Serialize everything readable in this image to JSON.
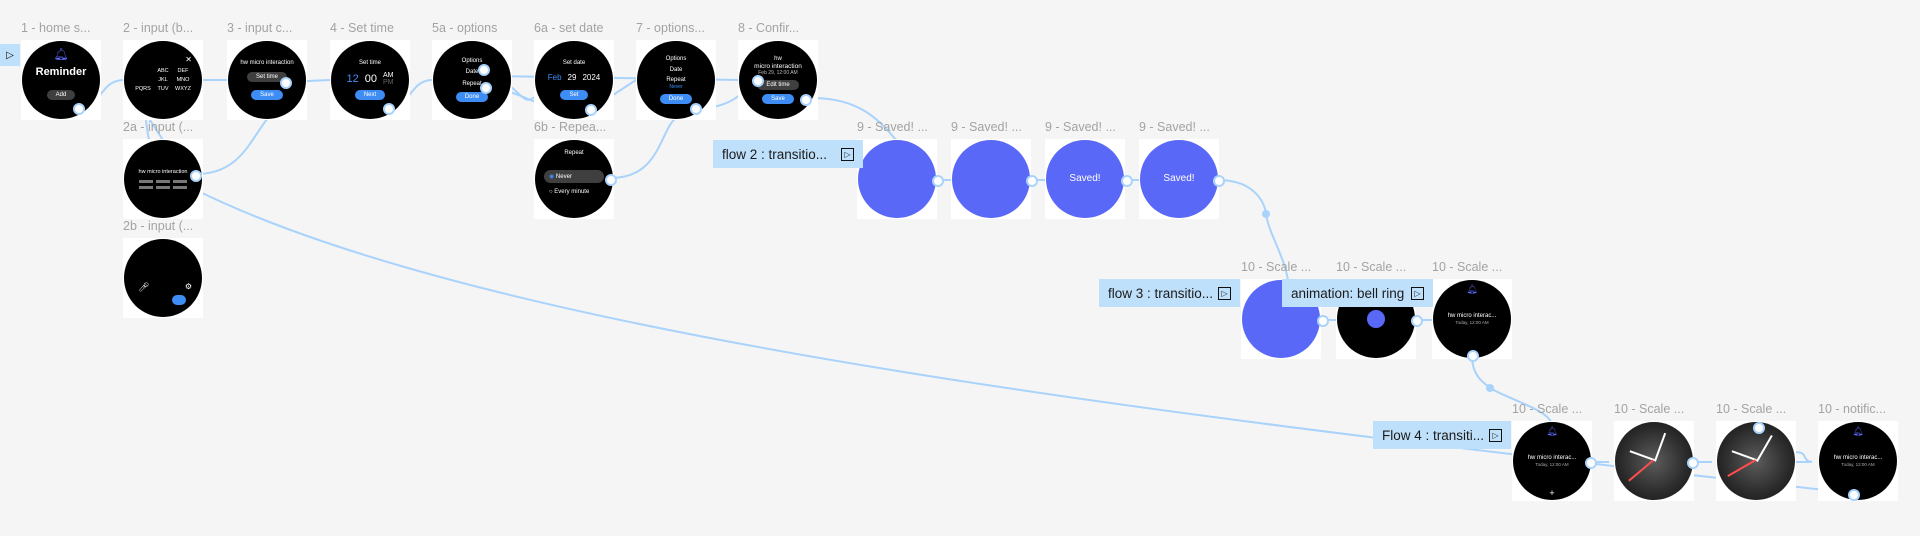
{
  "frames": [
    {
      "id": "f1",
      "label": "1 - home s...",
      "title": "Reminder",
      "button": "Add"
    },
    {
      "id": "f2",
      "label": "2 - input (b...",
      "keys": [
        "ABC",
        "DEF",
        "JKL",
        "MNO",
        "PQRS",
        "TUV",
        "WXYZ"
      ]
    },
    {
      "id": "f3",
      "label": "3 - input c...",
      "text": "hw micro interaction",
      "pill": "Set time",
      "button": "Save"
    },
    {
      "id": "f4",
      "label": "4 - Set time",
      "title": "Set time",
      "hour": "12",
      "minute": "00",
      "am": "AM",
      "pm": "PM",
      "button": "Next"
    },
    {
      "id": "f5",
      "label": "5a - options",
      "title": "Options",
      "row1": "Date",
      "row2": "Repeat",
      "button": "Done"
    },
    {
      "id": "f6",
      "label": "6a - set date",
      "title": "Set date",
      "month": "Feb",
      "day": "29",
      "year": "2024",
      "button": "Set"
    },
    {
      "id": "f7",
      "label": "7 - options...",
      "title": "Options",
      "row1": "Date",
      "row2": "Repeat",
      "sub": "Never",
      "button": "Done"
    },
    {
      "id": "f8",
      "label": "8 - Confir...",
      "line1": "hw",
      "line2": "micro interaction",
      "line3": "Feb 29, 12:00 AM",
      "button1": "Edit time",
      "button2": "Save"
    },
    {
      "id": "f2a",
      "label": "2a - input (...",
      "text": "hw micro interaction"
    },
    {
      "id": "f2b",
      "label": "2b - input (..."
    },
    {
      "id": "f6b",
      "label": "6b - Repea...",
      "title": "Repeat",
      "opt1": "Never",
      "opt2": "Every minute"
    },
    {
      "id": "f9a",
      "label": "9 - Saved! ..."
    },
    {
      "id": "f9b",
      "label": "9 - Saved! ..."
    },
    {
      "id": "f9c",
      "label": "9 - Saved! ...",
      "text": "Saved!"
    },
    {
      "id": "f9d",
      "label": "9 - Saved! ...",
      "text": "Saved!"
    },
    {
      "id": "f10a",
      "label": "10 - Scale ..."
    },
    {
      "id": "f10b",
      "label": "10 - Scale ..."
    },
    {
      "id": "f10c",
      "label": "10 - Scale ...",
      "line1": "hw micro interac...",
      "line2": "Today, 12:00 AM"
    },
    {
      "id": "f10d",
      "label": "10 - Scale ...",
      "line1": "hw micro interac...",
      "line2": "Today, 12:00 AM"
    },
    {
      "id": "f10e",
      "label": "10 - Scale ..."
    },
    {
      "id": "f10f",
      "label": "10 - Scale ..."
    },
    {
      "id": "f10g",
      "label": "10 - notific...",
      "line1": "hw micro interac...",
      "line2": "Today, 12:00 AM"
    }
  ],
  "chips": {
    "flow2": "flow 2 : transitio...",
    "flow3": "flow 3 : transitio...",
    "anim": "animation: bell ring",
    "flow4": "Flow 4 : transiti..."
  },
  "colors": {
    "background": "#f5f5f5",
    "wire": "#a9d3fb",
    "chip": "#bfe0fb",
    "accent": "#5a68f7",
    "button": "#3d8df5"
  },
  "icons": {
    "chip_icon": "play-flow-icon",
    "bell": "bell-icon"
  }
}
